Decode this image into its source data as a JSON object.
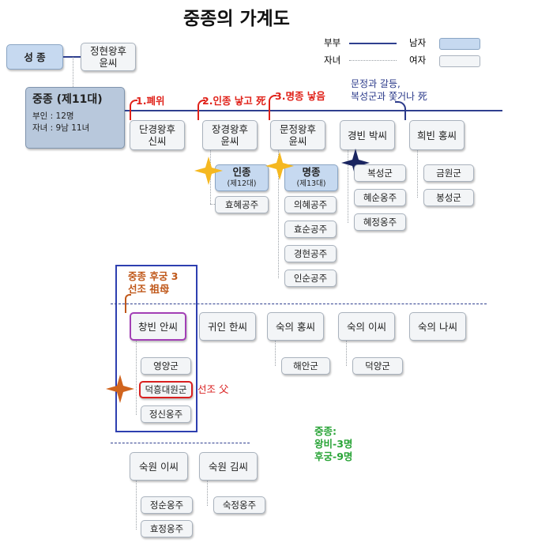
{
  "title": "중종의 가계도",
  "legend": {
    "spouse_label": "부부",
    "child_label": "자녀",
    "male_label": "남자",
    "female_label": "여자"
  },
  "top": {
    "seongjong": "성 종",
    "jeonghyeon": "정현왕후\n윤씨"
  },
  "king": {
    "name": "중종 (제11대)",
    "spouses": "부인 : 12명",
    "children": "자녀 : 9남 11녀"
  },
  "queens": [
    {
      "label": "단경왕후\n신씨",
      "note": "1.폐위"
    },
    {
      "label": "장경왕후\n윤씨",
      "note": "2.인종 낳고 死"
    },
    {
      "label": "문정왕후\n윤씨",
      "note": "3.명종 낳음"
    }
  ],
  "consorts_row1": [
    "경빈 박씨",
    "희빈 홍씨"
  ],
  "conflict_note": "문정과 갈등,\n복성군과 쫓거나 死",
  "injong": {
    "name": "인종",
    "sub": "(제12대)"
  },
  "myeongjong": {
    "name": "명종",
    "sub": "(제13대)"
  },
  "children": {
    "janggyeong": [
      "효혜공주"
    ],
    "munjeong": [
      "의혜공주",
      "효순공주",
      "경현공주",
      "인순공주"
    ],
    "gyeongbin": [
      "복성군",
      "혜순옹주",
      "혜정옹주"
    ],
    "huibin": [
      "금원군",
      "봉성군"
    ]
  },
  "row2_note": "중종 후궁 3\n선조 祖母",
  "consorts_row2": [
    "창빈 안씨",
    "귀인 한씨",
    "숙의 홍씨",
    "숙의 이씨",
    "숙의 나씨"
  ],
  "changbin_children": [
    "영양군",
    "덕흥대원군",
    "정신옹주"
  ],
  "seonjo_father": "선조 父",
  "other_children": {
    "hongssi": "해안군",
    "issi": "덕양군"
  },
  "summary": "중종:\n왕비-3명\n후궁-9명",
  "consorts_row3": [
    "숙원 이씨",
    "숙원 김씨"
  ],
  "row3_children": {
    "lee": [
      "정순옹주",
      "효정옹주"
    ],
    "kim": [
      "숙정옹주"
    ]
  },
  "colors": {
    "spouse_line": "#2f3f8f",
    "red_note": "#e0221a",
    "orange_note": "#c0581a",
    "green_note": "#2aa438",
    "highlight_blue": "#2e3fb0",
    "highlight_purple": "#a23fb5",
    "highlight_red": "#d91f1f",
    "star_yellow": "#f5b820",
    "star_navy": "#1a2560",
    "star_orange": "#d0641e"
  }
}
